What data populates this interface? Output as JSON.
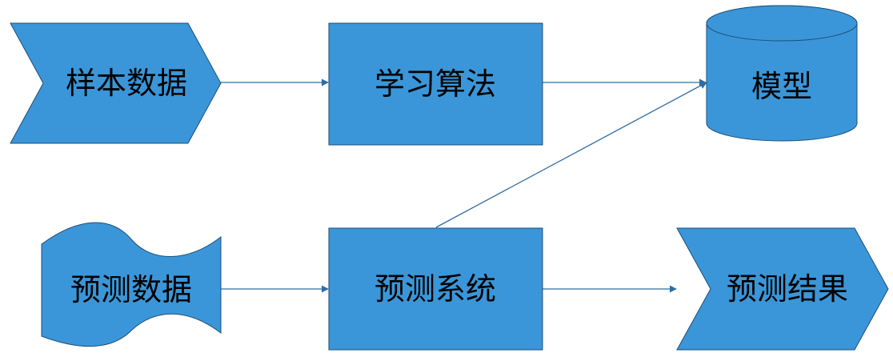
{
  "colors": {
    "node_fill": "#3a96d8",
    "node_stroke": "#1f4e79",
    "arrow": "#2e6da4",
    "label": "#000000"
  },
  "nodes": {
    "sample_data": {
      "label": "样本数据",
      "shape": "chevron"
    },
    "learning_algorithm": {
      "label": "学习算法",
      "shape": "rectangle"
    },
    "model": {
      "label": "模型",
      "shape": "cylinder"
    },
    "prediction_data": {
      "label": "预测数据",
      "shape": "wave"
    },
    "prediction_system": {
      "label": "预测系统",
      "shape": "rectangle"
    },
    "prediction_result": {
      "label": "预测结果",
      "shape": "chevron"
    }
  },
  "edges": [
    {
      "from": "样本数据",
      "to": "学习算法"
    },
    {
      "from": "学习算法",
      "to": "模型"
    },
    {
      "from": "预测数据",
      "to": "预测系统"
    },
    {
      "from": "预测系统",
      "to": "模型"
    },
    {
      "from": "预测系统",
      "to": "预测结果"
    }
  ]
}
